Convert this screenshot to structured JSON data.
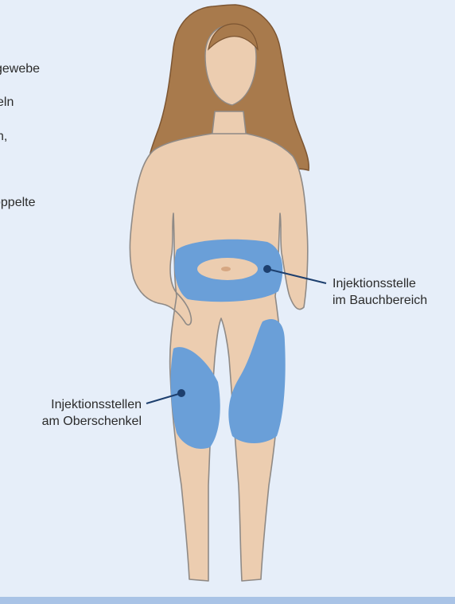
{
  "background_text": {
    "line1": "gewebe",
    "line2": "eln",
    "line3": "n,",
    "line4": "oppelte"
  },
  "callouts": {
    "abdomen": {
      "line1": "Injektionsstelle",
      "line2": "im Bauchbereich"
    },
    "thigh": {
      "line1": "Injektionsstellen",
      "line2": "am Oberschenkel"
    }
  },
  "colors": {
    "background": "#e6eef9",
    "skin": "#eccdb0",
    "hair": "#a87a4c",
    "injection_zone": "#6a9fd8",
    "leader_line": "#1d3f6e",
    "floor": "#a9c3e6"
  }
}
